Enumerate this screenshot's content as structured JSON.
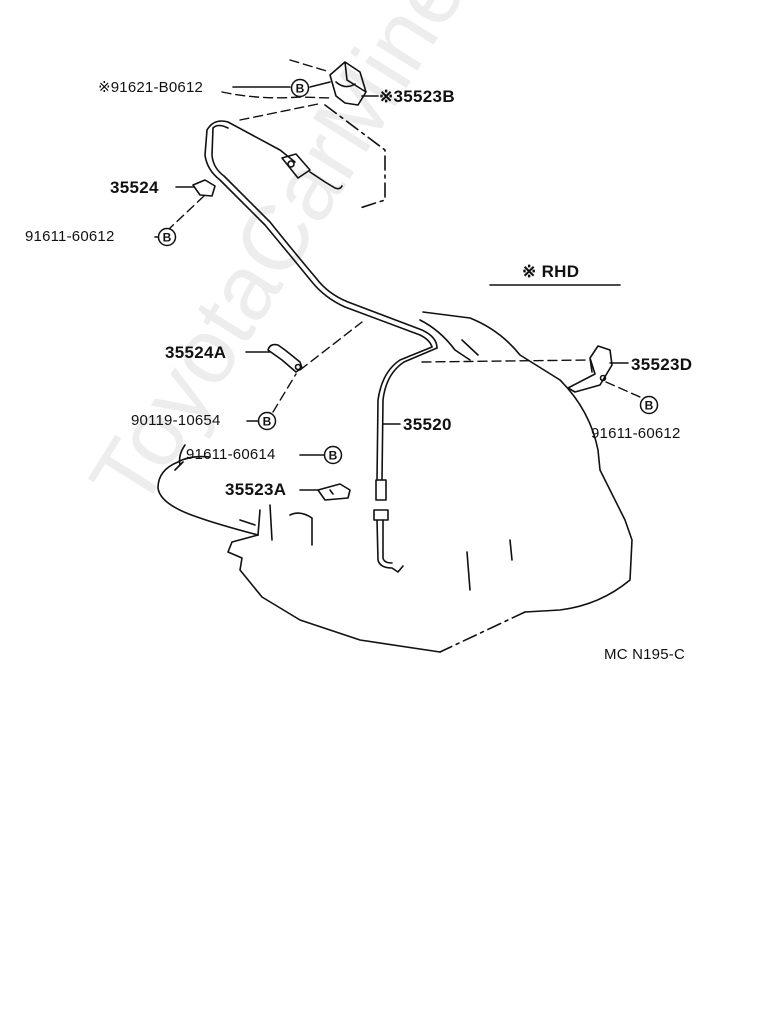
{
  "labels": {
    "p91621": "※91621-B0612",
    "p35523B": "※35523B",
    "p35524": "35524",
    "p91611_a": "91611-60612",
    "rhd": "※ RHD",
    "p35524A": "35524A",
    "p35523D": "35523D",
    "p90119": "90119-10654",
    "p35520": "35520",
    "p91611_b": "91611-60612",
    "p91611_60614": "91611-60614",
    "p35523A": "35523A",
    "ref_code": "MC N195-C"
  },
  "bolt_symbol": "B",
  "watermark": "ToyotaCarMine.ru"
}
